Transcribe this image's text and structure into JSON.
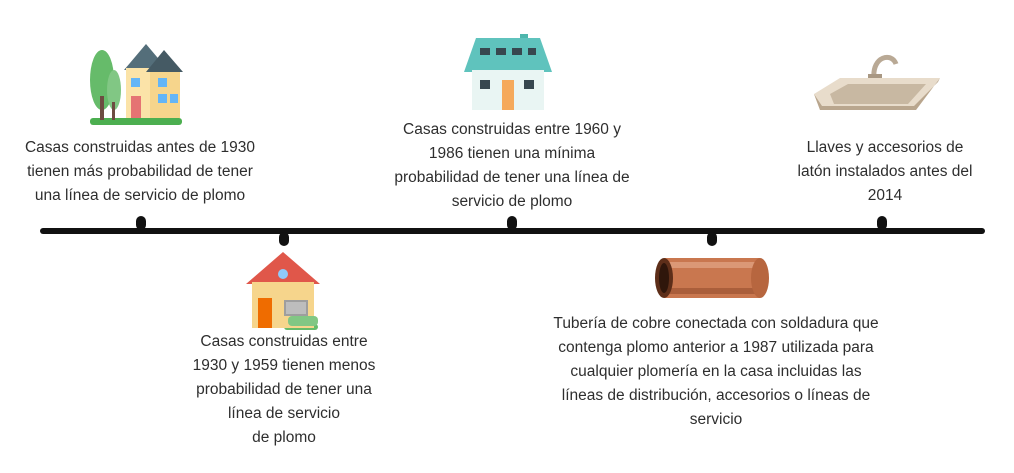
{
  "events": [
    {
      "id": "pre-1930",
      "lines": [
        "Casas construidas antes de 1930",
        "tienen más probabilidad de tener",
        "una línea de servicio de plomo"
      ],
      "icon": "house-trees-icon"
    },
    {
      "id": "1930-1959",
      "lines": [
        "Casas construidas entre",
        "1930 y 1959 tienen menos",
        "probabilidad de tener una",
        "línea de servicio",
        "de plomo"
      ],
      "icon": "house-red-roof-icon"
    },
    {
      "id": "1960-1986",
      "lines": [
        "Casas construidas entre 1960 y",
        "1986 tienen una mínima",
        "probabilidad de tener una línea de",
        "servicio de plomo"
      ],
      "icon": "house-teal-icon"
    },
    {
      "id": "copper-1987",
      "lines": [
        "Tubería de cobre conectada con soldadura que",
        "contenga plomo anterior a 1987 utilizada para",
        "cualquier plomería en la casa incluidas las",
        "líneas de distribución, accesorios o líneas de",
        "servicio"
      ],
      "icon": "copper-pipe-icon"
    },
    {
      "id": "brass-2014",
      "lines": [
        "Llaves y accesorios de",
        "latón instalados antes del",
        "2014"
      ],
      "icon": "sink-faucet-icon"
    }
  ],
  "colors": {
    "line": "#111111",
    "text": "#2e2e2e",
    "copper": "#c9774f",
    "teal_roof": "#5fc3bd",
    "red_roof": "#e0574a"
  }
}
